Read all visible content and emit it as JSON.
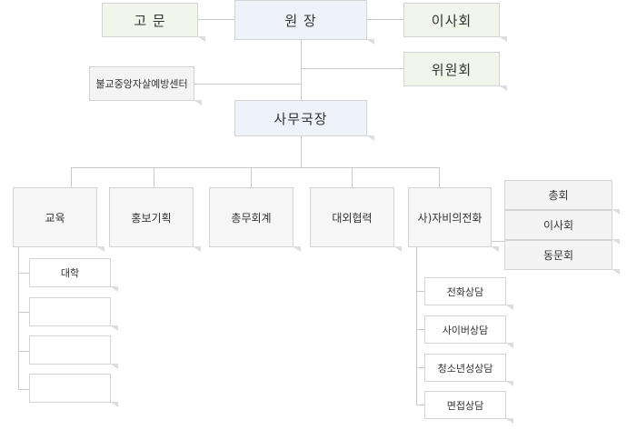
{
  "top": {
    "advisor": "고 문",
    "director": "원 장",
    "board": "이사회",
    "committee": "위원회",
    "center": "불교중앙자살예방센터",
    "secretariat": "사무국장"
  },
  "departments": [
    "교육",
    "홍보기획",
    "총무회계",
    "대외협력",
    "사)자비의전화"
  ],
  "education_subs": [
    "대학",
    "",
    "",
    ""
  ],
  "jabi_side": [
    "총회",
    "이사회",
    "동문회"
  ],
  "jabi_subs": [
    "전화상담",
    "사이버상담",
    "청소년성상담",
    "면접상담"
  ]
}
